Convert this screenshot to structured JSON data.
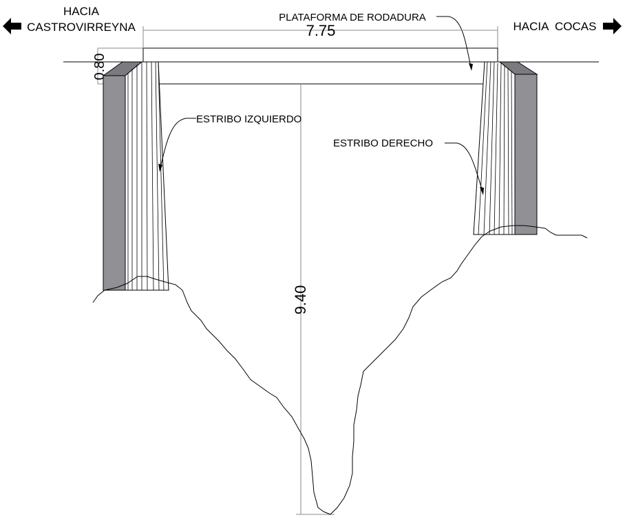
{
  "labels": {
    "left_direction_line1": "HACIA",
    "left_direction_line2": "CASTROVIRREYNA",
    "right_direction": "HACIA  COCAS",
    "platform": "PLATAFORMA DE RODADURA",
    "left_abutment": "ESTRIBO IZQUIERDO",
    "right_abutment": "ESTRIBO DERECHO"
  },
  "dimensions": {
    "span": "7.75",
    "deck_height": "0.80",
    "depth": "9.40"
  },
  "icons": {
    "left_arrow": "arrow-left-icon",
    "right_arrow": "arrow-right-icon"
  },
  "colors": {
    "line": "#000000",
    "abutment_face": "#909095",
    "abutment_top": "#7a7a80",
    "dimension_line": "#888888"
  }
}
